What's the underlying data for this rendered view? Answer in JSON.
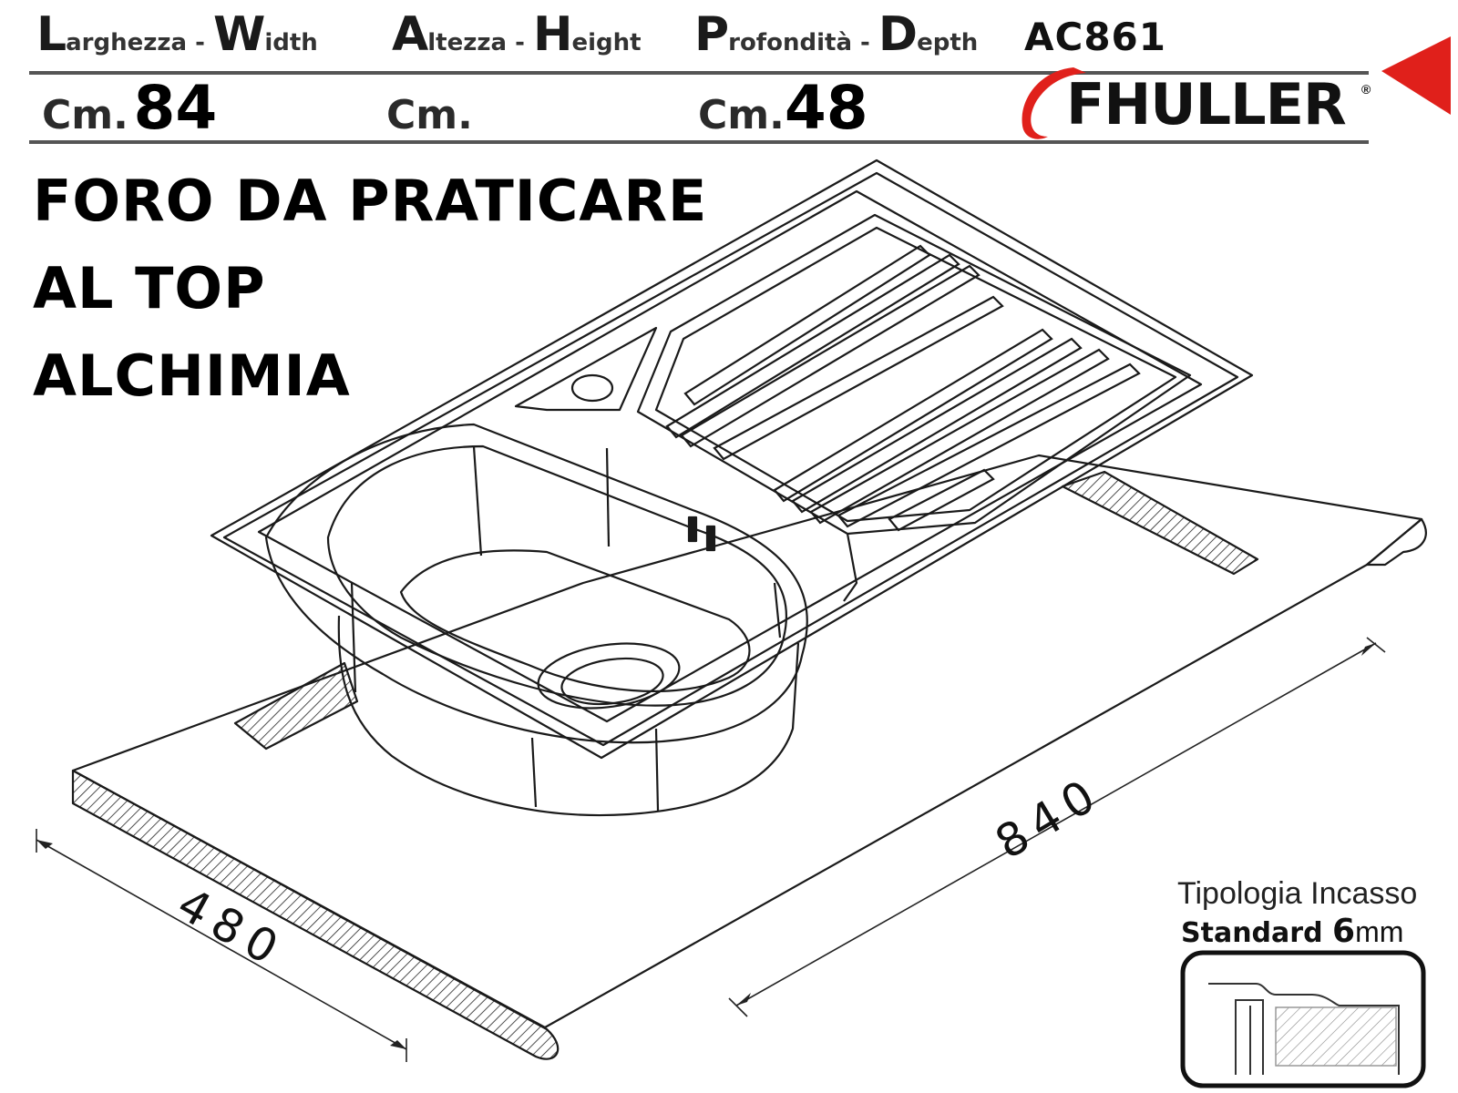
{
  "header": {
    "width_label": {
      "cap": "L",
      "rest": "arghezza",
      "sep": " - ",
      "cap2": "W",
      "rest2": "idth"
    },
    "height_label": {
      "cap": "A",
      "rest": "ltezza",
      "sep": " - ",
      "cap2": "H",
      "rest2": "eight"
    },
    "depth_label": {
      "cap": "P",
      "rest": "rofondità",
      "sep": " - ",
      "cap2": "D",
      "rest2": "epth"
    },
    "product_code": "AC861"
  },
  "values": {
    "width_unit": "Cm.",
    "width_value": "84",
    "height_unit": "Cm.",
    "height_value": "",
    "depth_unit": "Cm.",
    "depth_value": "48"
  },
  "brand": {
    "name": "FHULLER",
    "registered": "®",
    "accent_color": "#e0201b"
  },
  "title": {
    "line1": "FORO DA PRATICARE",
    "line2": "AL TOP",
    "line3": "ALCHIMIA"
  },
  "dimensions": {
    "length": "840",
    "depth": "480"
  },
  "installation": {
    "type_label": "Tipologia Incasso",
    "standard_word": "Standard",
    "thickness_value": "6",
    "thickness_unit": "mm"
  },
  "colors": {
    "line": "#1a1a1a",
    "arrow_red": "#e0201b",
    "rule": "#555555"
  }
}
